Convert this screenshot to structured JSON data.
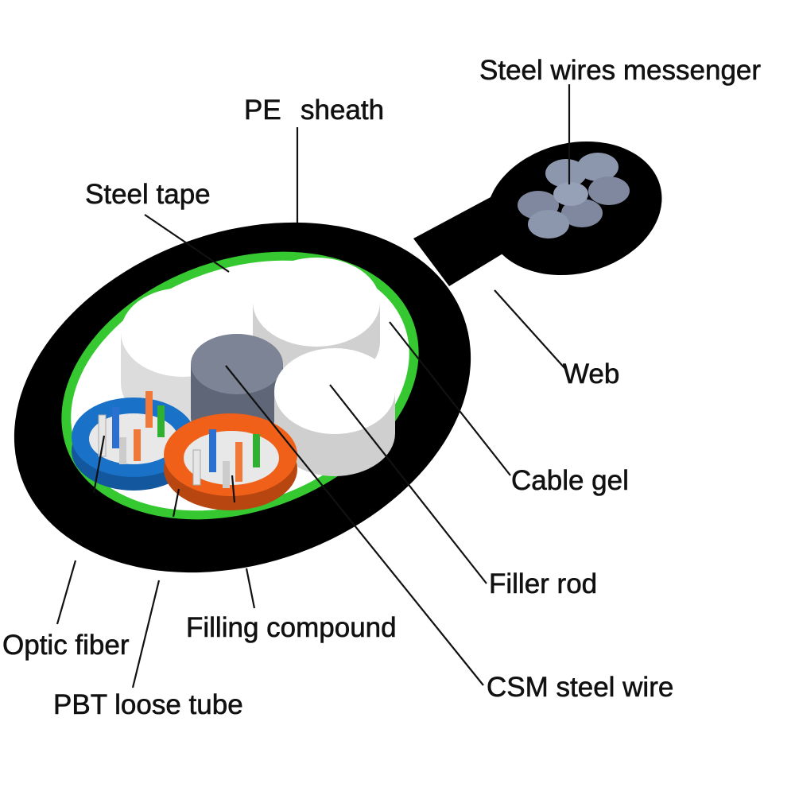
{
  "labels": {
    "steel_wires_messenger": "Steel wires messenger",
    "pe_sheath_pe": "PE",
    "pe_sheath_word": "sheath",
    "steel_tape": "Steel tape",
    "web": "Web",
    "cable_gel": "Cable gel",
    "filler_rod": "Filler rod",
    "csm_steel_wire": "CSM steel wire",
    "filling_compound": "Filling compound",
    "optic_fiber": "Optic fiber",
    "pbt_loose_tube": "PBT loose tube"
  },
  "colors": {
    "sheath": "#000000",
    "steel_tape": "#35c830",
    "filler_top": "#ffffff",
    "filler_side": "#d4d4d4",
    "csm_top": "#7c8496",
    "csm_side": "#5e6678",
    "messenger_wire": "#8c96ac",
    "tube_blue": "#1a72c8",
    "tube_orange": "#f06018",
    "fiber_orange": "#f07838",
    "fiber_green": "#30b030",
    "fiber_blue": "#2a70d0",
    "fiber_white": "#e6e6e6"
  }
}
